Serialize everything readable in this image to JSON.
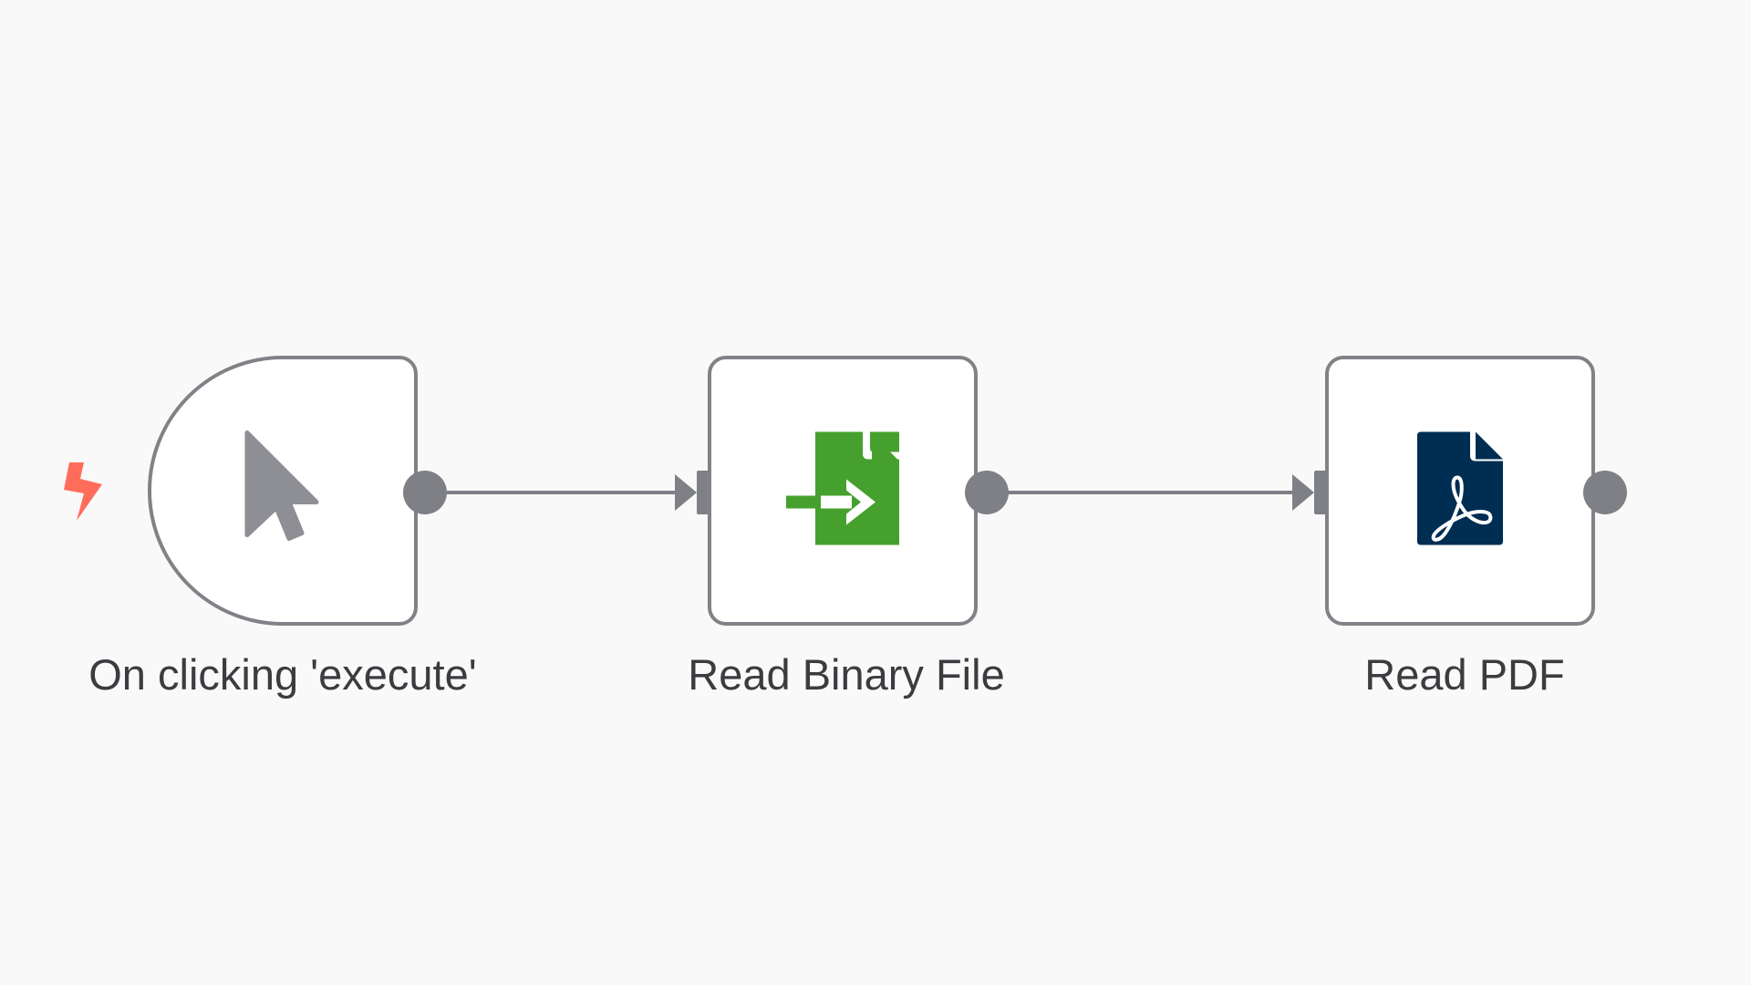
{
  "workflow": {
    "nodes": [
      {
        "name": "On clicking 'execute'",
        "icon": "cursor-icon",
        "icon_color": "#8e8e95",
        "type": "trigger"
      },
      {
        "name": "Read Binary File",
        "icon": "file-import-icon",
        "icon_color": "#46a02e",
        "type": "action"
      },
      {
        "name": "Read PDF",
        "icon": "pdf-file-icon",
        "icon_color": "#002d52",
        "type": "action"
      }
    ],
    "connections": [
      {
        "from": "On clicking 'execute'",
        "to": "Read Binary File"
      },
      {
        "from": "Read Binary File",
        "to": "Read PDF"
      }
    ],
    "trigger_badge": {
      "icon": "lightning-bolt-icon",
      "color": "#ff6d5a"
    }
  },
  "colors": {
    "canvas_background": "#f9f9f9",
    "node_border": "#818287",
    "connection": "#7e8086",
    "label_text": "#3b3b40"
  }
}
